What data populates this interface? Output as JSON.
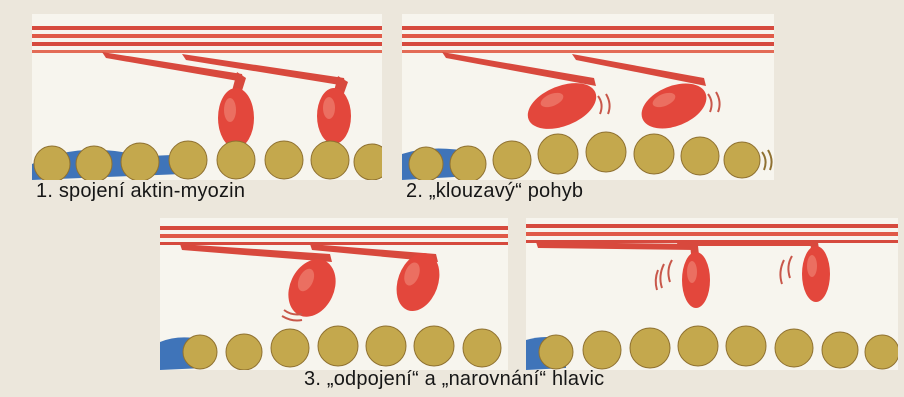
{
  "captions": {
    "step1": "1. spojení aktin-myozin",
    "step2": "2. „klouzavý“ pohyb",
    "step3": "3. „odpojení“ a „narovnání“ hlavic"
  },
  "colors": {
    "myosin_red": "#e3473c",
    "myosin_dark": "#c42f2b",
    "actin_bead": "#c4a84d",
    "actin_bead_dark": "#8f7131",
    "actin_strand_blue": "#3f74b9",
    "panel_bg": "#f7f5ee",
    "page_bg": "#ece7dc"
  }
}
